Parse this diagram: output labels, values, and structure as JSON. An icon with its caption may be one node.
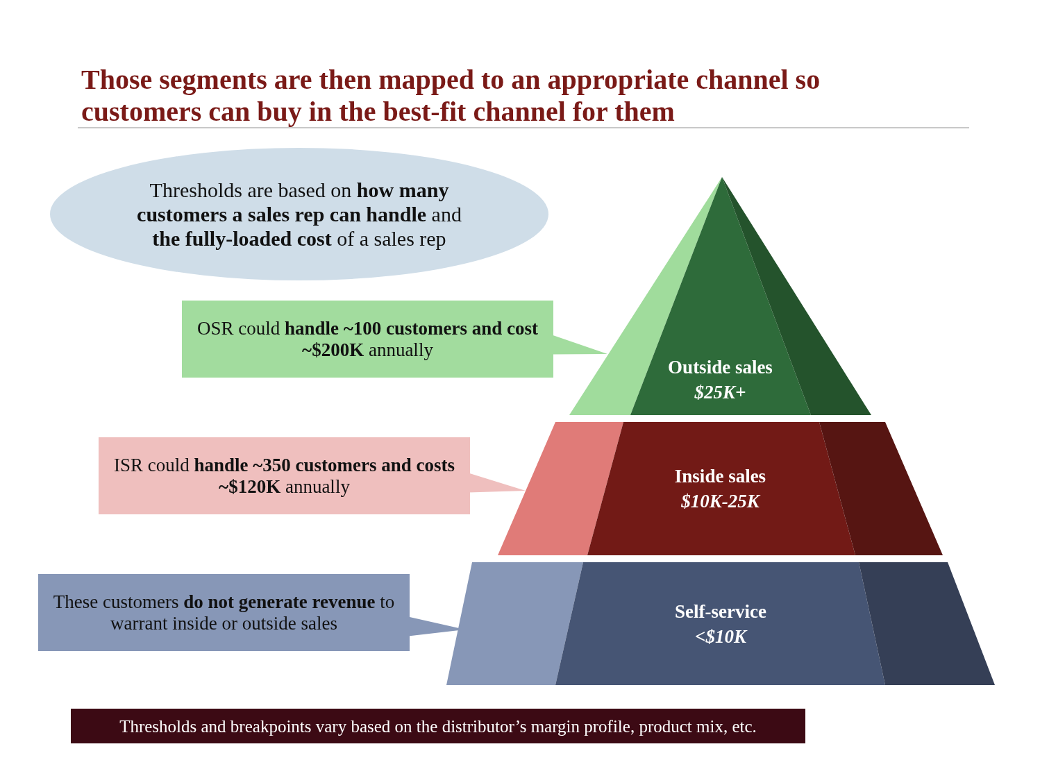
{
  "diagram": {
    "title": "Those segments are then mapped to an appropriate channel so customers can buy in the best-fit channel for them",
    "nodes": [
      {
        "text": [
          "Thresholds are based on **how many customers a sales rep can handle** and **the fully-loaded cost** of a sales rep"
        ]
      },
      {
        "text": [
          "OSR could **handle ~100 customers and cost ~$200K** annually"
        ]
      },
      {
        "text": [
          "Outside sales",
          "$25K+"
        ]
      },
      {
        "text": [
          "ISR could **handle ~350 customers and costs ~$120K** annually"
        ]
      },
      {
        "text": [
          "Inside sales",
          "$10K-25K"
        ]
      },
      {
        "text": [
          "These customers **do not generate revenue** to warrant inside or outside sales"
        ]
      },
      {
        "text": [
          "Self-service",
          "<$10K"
        ]
      },
      {
        "text": [
          "Thresholds and breakpoints vary based on the distributor’s margin profile, product mix, etc."
        ]
      }
    ],
    "edges": [
      {
        "from": 1,
        "to": 2,
        "arrow": "none"
      },
      {
        "from": 3,
        "to": 4,
        "arrow": "none"
      },
      {
        "from": 5,
        "to": 6,
        "arrow": "none"
      }
    ]
  }
}
